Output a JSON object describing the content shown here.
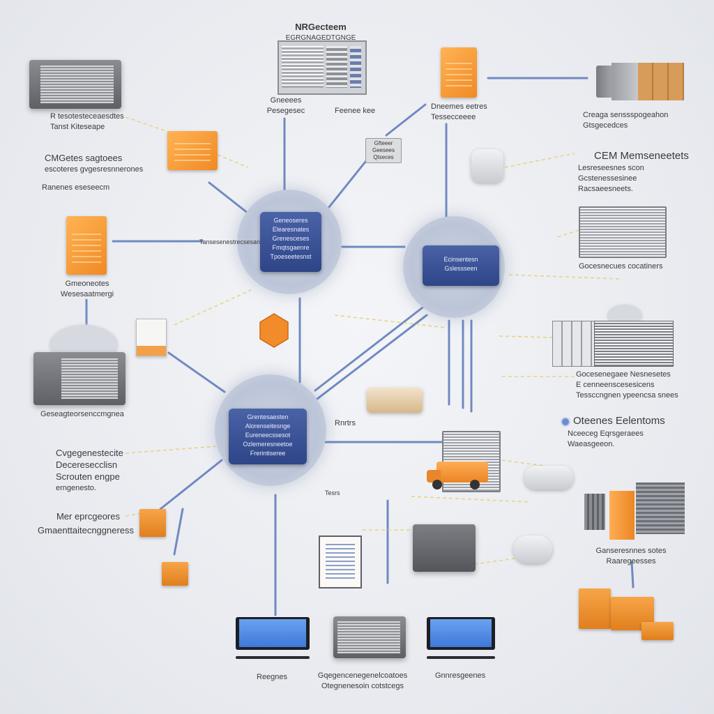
{
  "title": "NRGecteem",
  "subtitle": "EGRGNAGEDTGNGE",
  "hubs": [
    {
      "lines": [
        "Geneoseres",
        "Elearesnates",
        "Grenesceses",
        "Fmqtsgaenre",
        "Tpoeseetesnst"
      ]
    },
    {
      "lines": [
        "Ecinsentesn",
        "Gslessseen"
      ]
    },
    {
      "lines": [
        "Grentesaesten",
        "Alorenseitesnge",
        "Eureneecssesot",
        "Ozlemeresneetoe",
        "Frerintiseree"
      ]
    }
  ],
  "labels": {
    "top_left": [
      "R tesotesteceaesdtes",
      "Tanst Kiteseape"
    ],
    "left_a": [
      "CMGetes sagtoees",
      "escoteres gvgesresnnerones",
      "Ranenes eseseecm"
    ],
    "left_b": [
      "Gmeoneotes",
      "Wesesaatmergi"
    ],
    "left_c": [
      "Geseagteorsenccmgnea"
    ],
    "left_d": [
      "Cvgegenestecite",
      "Deceresecclisn",
      "Scrouten engpe",
      "erngenesto."
    ],
    "left_e": [
      "Mer eprcgeores",
      "Gmaenttaitecnggneress"
    ],
    "top_center_a": [
      "Gneeees",
      "Pesegesec"
    ],
    "top_center_b": "Feenee kee",
    "top_right_a": [
      "Dneemes eetres",
      "Tessecceeee"
    ],
    "chip": [
      "Gfteeer",
      "Geesees",
      "Qtseces"
    ],
    "right_a": [
      "Creaga senssspogeahon",
      "Gtsgecedces"
    ],
    "right_b_title": "CEM Memseneetets",
    "right_b": [
      "Lesreseesnes scon",
      "Gcstenessesinee",
      "Racsaeesneets."
    ],
    "right_c": [
      "Gocesnecues cocatiners"
    ],
    "right_d": [
      "Gocesenegaee Nesnesetes",
      "E cenneenscesesicens",
      "Tessccngnen ypeencsa snees"
    ],
    "right_e_title": "Oteenes Eelentoms",
    "right_e": [
      "Nceeceg Eqrsgeraees",
      "Waeasgeeon."
    ],
    "right_f": [
      "Ganseresnnes sotes",
      "Raaregeesses"
    ],
    "mid_a": "Tansesenestrecsesan",
    "mid_b": "Rnrtrs",
    "bottom_a": "Reegnes",
    "bottom_b": [
      "Gqegencenegenelcoatoes",
      "Otegnenesoin cotstcegs"
    ],
    "bottom_c": "Gnnresgeenes"
  },
  "colors": {
    "wire": "#5a78b8",
    "accent": "#f08a24",
    "hub": "#2e4688",
    "dash": "#e2d37a"
  }
}
